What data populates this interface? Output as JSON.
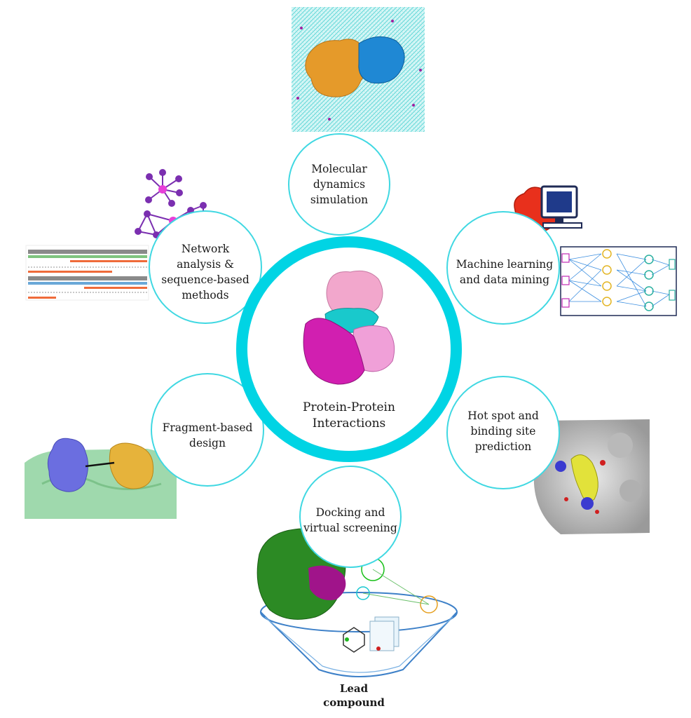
{
  "center": {
    "title_lines": [
      "Protein-Protein",
      "Interactions"
    ]
  },
  "methods": [
    {
      "id": "md",
      "lines": [
        "Molecular",
        "dynamics",
        "simulation"
      ]
    },
    {
      "id": "ml",
      "lines": [
        "Machine learning",
        "and data mining"
      ]
    },
    {
      "id": "hs",
      "lines": [
        "Hot spot and",
        "binding site",
        "prediction"
      ]
    },
    {
      "id": "dock",
      "lines": [
        "Docking and",
        "virtual screening"
      ]
    },
    {
      "id": "frag",
      "lines": [
        "Fragment-based",
        "design"
      ]
    },
    {
      "id": "net",
      "lines": [
        "Network",
        "analysis &",
        "sequence-based",
        "methods"
      ]
    }
  ],
  "lead_compound_lines": [
    "Lead",
    "compound"
  ],
  "colors": {
    "ring": "#00d4e4",
    "satellite_ring": "#40d8e2",
    "protein_pink_light": "#f2a7cc",
    "protein_magenta": "#d11fb0",
    "protein_cyan": "#19c9cc",
    "md_water": "#7fe3e3",
    "md_orange": "#e59a2a",
    "md_blue": "#1f88d4",
    "brain_red": "#e8301c",
    "network_purple": "#7b2fb0",
    "network_magenta": "#e83fd9",
    "frag_surface": "#9fd9ad",
    "frag_blue": "#6b6ee0",
    "frag_gold": "#e6b33b",
    "hs_surface": "#cfcfcf",
    "dock_green": "#2c8a24"
  },
  "icons": [
    "protein-surface-icon",
    "md-box-icon",
    "brain-computer-icon",
    "neural-network-icon",
    "hotspot-surface-icon",
    "docking-funnel-icon",
    "fragment-surface-icon",
    "network-graph-icon",
    "sequence-alignment-icon"
  ]
}
